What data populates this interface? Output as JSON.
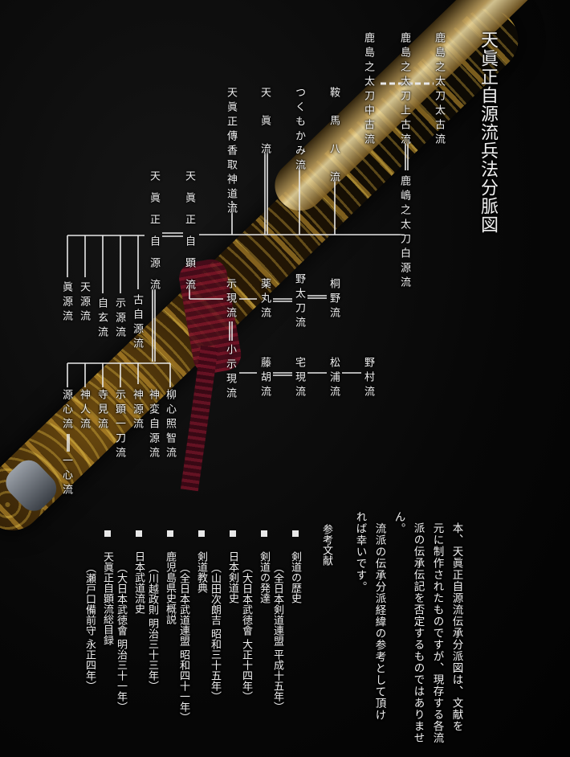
{
  "title": "天眞正自源流兵法分脈図",
  "nodes": {
    "kashima_taiko": "鹿島之太刀太古流",
    "kashima_joko": "鹿島之太刀上古流",
    "kashima_chuko": "鹿島之太刀中古流",
    "kashima_hakugen": "鹿嶋之太刀白源流",
    "kurama": "鞍馬八流",
    "tsukumokami": "つくもかみ流",
    "tenshin": "天眞流",
    "katori": "天眞正傳香取神道流",
    "kenjo": "天眞正自顕流",
    "jigen": "天眞正自源流",
    "kirino": "桐野流",
    "notachi": "野太刀流",
    "yakumaru": "薬丸流",
    "jigen_ryu": "示現流",
    "ko_jigen": "小示現流",
    "nomura": "野村流",
    "matsuura": "松浦流",
    "takugen": "宅現流",
    "fujiko": "藤胡流",
    "ko_jigen_origin": "古自源流",
    "jigen_shi": "示源流",
    "jigen_self": "自玄流",
    "tengen": "天源流",
    "shingen_l": "眞源流",
    "ryushin": "柳心照智流",
    "jinhen": "神変自源流",
    "jingen": "神源流",
    "jiken_itto": "示顕一刀流",
    "jiken_teru": "寺見流",
    "jinjin": "神人流",
    "genshin": "源心流",
    "isshin": "一心流"
  },
  "description": [
    "本、天眞正自源流伝承分派図は、文献を",
    "元に制作されたものですが、現存する各流",
    "派の伝承伝記を否定するものではありませ",
    "ん。",
    "　流派の伝承分派経緯の参考として頂け",
    "れば幸いです。"
  ],
  "references_title": "参考文献",
  "references": [
    {
      "name": "剣道の歴史",
      "source": "（全日本剣道連盟 平成十五年）"
    },
    {
      "name": "剣道の発達",
      "source": "（大日本武徳會 大正十四年）"
    },
    {
      "name": "日本剣道史",
      "source": "（山田次朗吉 昭和三十五年）"
    },
    {
      "name": "剣道教典",
      "source": "（全日本武道連盟 昭和四十一年）"
    },
    {
      "name": "鹿児島県史概説",
      "source": "（川越政則 明治三十三年）"
    },
    {
      "name": "日本武道流史",
      "source": "（大日本武徳會 明治三十一年）"
    },
    {
      "name": "天眞正自顕流総目録",
      "source": "（瀬戸口備前守 永正四年）"
    }
  ],
  "colors": {
    "background": "#050505",
    "text": "#f0f0f0",
    "line": "#e8e8e8",
    "accent_gold": "#c9a24a"
  }
}
